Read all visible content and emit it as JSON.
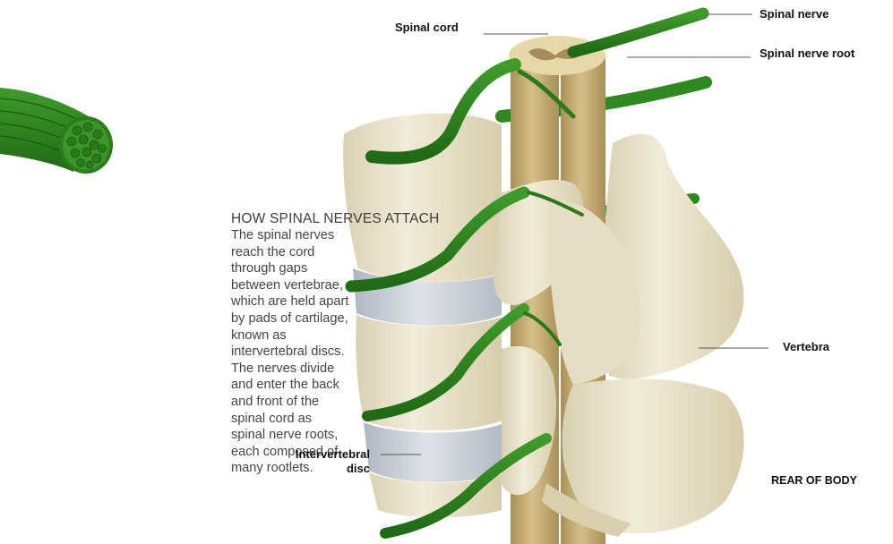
{
  "description": {
    "title": "HOW SPINAL NERVES ATTACH",
    "lines": [
      "The spinal nerves reach the cord",
      "through gaps between vertebrae,",
      "which are held apart by pads of",
      "cartilage, known as intervertebral",
      "discs. The nerves divide and enter",
      "the back and front of the spinal",
      "cord as spinal nerve roots, each",
      "composed of many rootlets."
    ]
  },
  "labels": {
    "spinal_cord": "Spinal cord",
    "spinal_nerve": "Spinal nerve",
    "spinal_nerve_root": "Spinal nerve root",
    "vertebra": "Vertebra",
    "intervertebral_disc_line1": "Intervertebral",
    "intervertebral_disc_line2": "disc",
    "rear_of_body": "REAR OF BODY"
  },
  "colors": {
    "nerve": "#2f8a1f",
    "nerve_dark": "#1f5e14",
    "bone": "#ece6cf",
    "bone_shade": "#d2c9a8",
    "disc": "#c7cdd3",
    "cord": "#c9b177",
    "leader_line": "#555555"
  }
}
